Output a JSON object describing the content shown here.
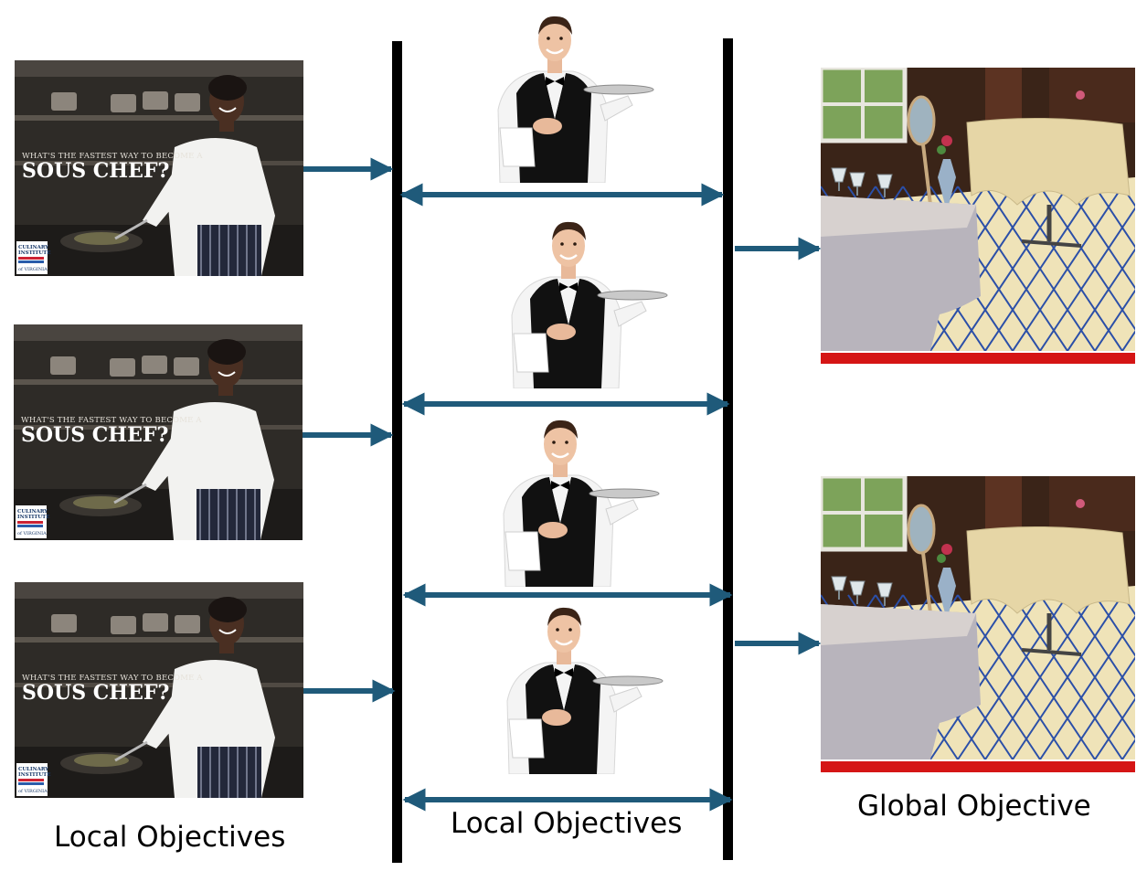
{
  "chef_card": {
    "headline_small": "WHAT'S THE FASTEST WAY TO BECOME A",
    "headline_big": "SOUS CHEF?",
    "logo_line1": "CULINARY",
    "logo_line2": "INSTITUTE",
    "logo_line3": "of VIRGINIA"
  },
  "labels": {
    "left": "Local Objectives",
    "middle": "Local Objectives",
    "right": "Global Objective"
  },
  "colors": {
    "arrow": "#1f5a7a",
    "bar": "#000000",
    "restaurant_underline": "#d51515"
  }
}
